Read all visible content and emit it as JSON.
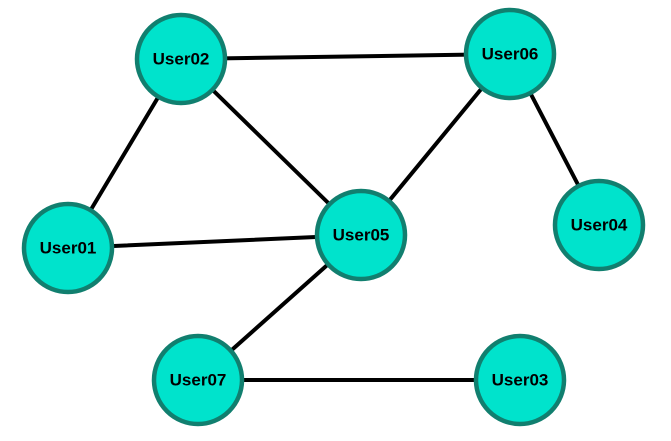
{
  "graph": {
    "node_fill": "#00e3cc",
    "node_stroke": "#117f6f",
    "edge_color": "#000000",
    "nodes": [
      {
        "id": "User01",
        "label": "User01"
      },
      {
        "id": "User02",
        "label": "User02"
      },
      {
        "id": "User03",
        "label": "User03"
      },
      {
        "id": "User04",
        "label": "User04"
      },
      {
        "id": "User05",
        "label": "User05"
      },
      {
        "id": "User06",
        "label": "User06"
      },
      {
        "id": "User07",
        "label": "User07"
      }
    ],
    "edges": [
      [
        "User02",
        "User06"
      ],
      [
        "User02",
        "User01"
      ],
      [
        "User02",
        "User05"
      ],
      [
        "User06",
        "User05"
      ],
      [
        "User06",
        "User04"
      ],
      [
        "User01",
        "User05"
      ],
      [
        "User05",
        "User07"
      ],
      [
        "User07",
        "User03"
      ]
    ]
  }
}
